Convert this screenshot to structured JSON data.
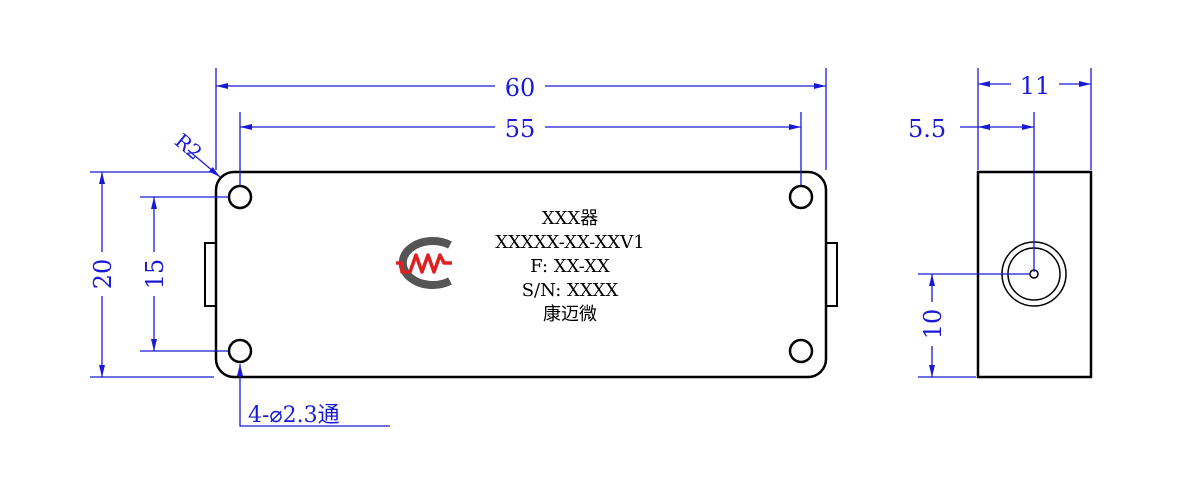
{
  "colors": {
    "outline": "#000000",
    "dimension": "#1a1ad6",
    "logo_gray": "#555555",
    "logo_red": "#e02020",
    "background": "#ffffff"
  },
  "front_view": {
    "dimensions": {
      "overall_length": "60",
      "hole_spacing_x": "55",
      "overall_height": "20",
      "hole_spacing_y": "15",
      "corner_radius": "R2",
      "hole_callout": "4-⌀2.3通"
    },
    "label_lines": [
      "XXX器",
      "XXXXX-XX-XXV1",
      "F: XX-XX",
      "S/N: XXXX",
      "康迈微"
    ],
    "logo_icon": "company-logo-icon"
  },
  "side_view": {
    "dimensions": {
      "width": "11",
      "connector_offset_x": "5.5",
      "connector_offset_y": "10"
    },
    "connector_icon": "sma-connector-icon"
  }
}
